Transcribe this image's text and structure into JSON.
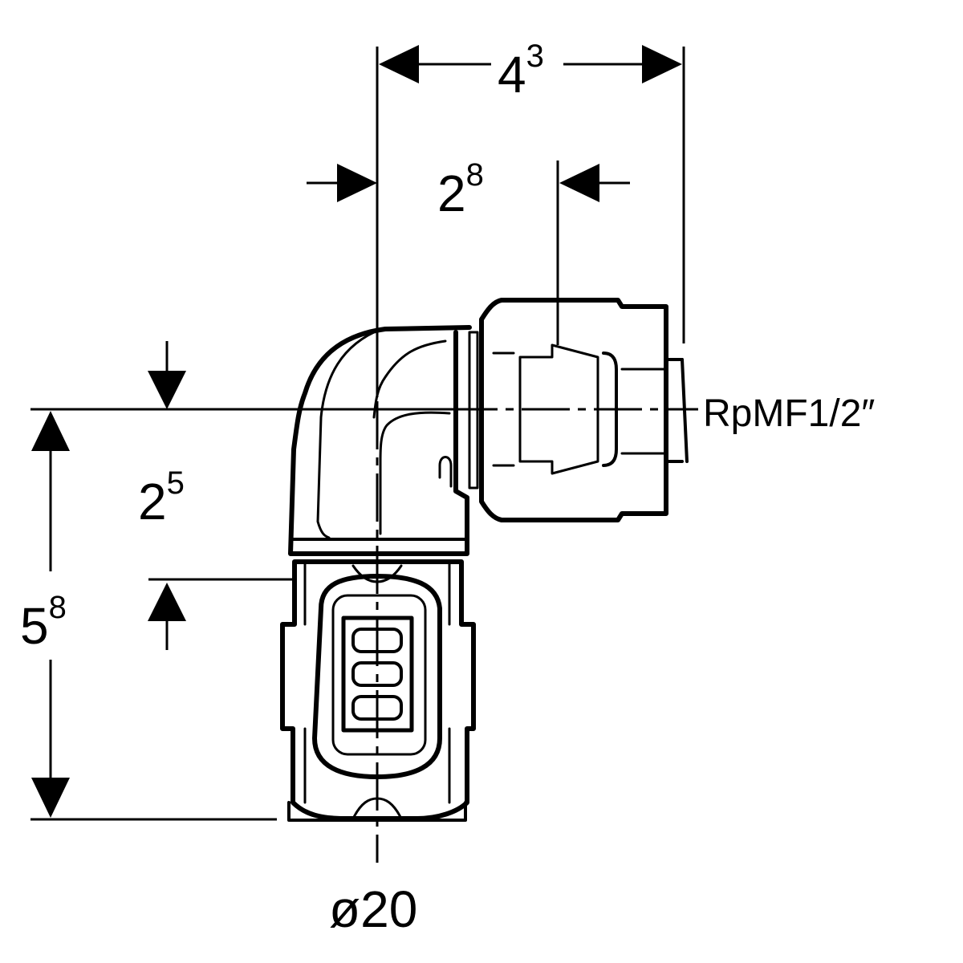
{
  "diagram": {
    "type": "technical drawing",
    "dimensions": {
      "width_total": {
        "base": "4",
        "sup": "3"
      },
      "thread_depth": {
        "base": "2",
        "sup": "8"
      },
      "socket_offset": {
        "base": "2",
        "sup": "5"
      },
      "height_total": {
        "base": "5",
        "sup": "8"
      }
    },
    "thread_label": "RpMF1/2″",
    "pipe_label": "ø20",
    "line_color": "#000000",
    "background": "#ffffff"
  }
}
